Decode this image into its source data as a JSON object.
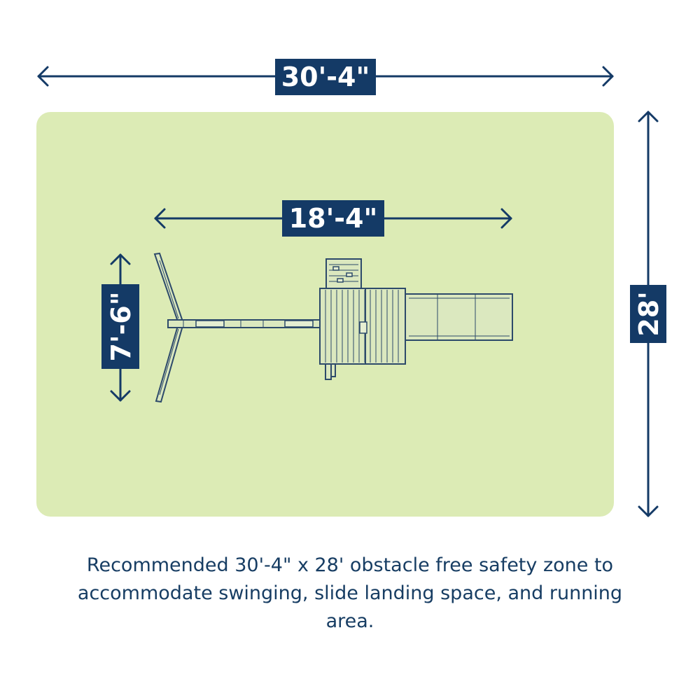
{
  "dimensions": {
    "overall_width": "30'-4\"",
    "overall_depth": "28'",
    "structure_width": "18'-4\"",
    "structure_depth": "7'-6\""
  },
  "caption": "Recommended 30'-4\" x 28' obstacle free safety zone to accommodate swinging, slide landing space, and running area.",
  "colors": {
    "safety_zone": "#dcebb5",
    "dimension_navy": "#143a66",
    "text_navy": "#173d63"
  }
}
